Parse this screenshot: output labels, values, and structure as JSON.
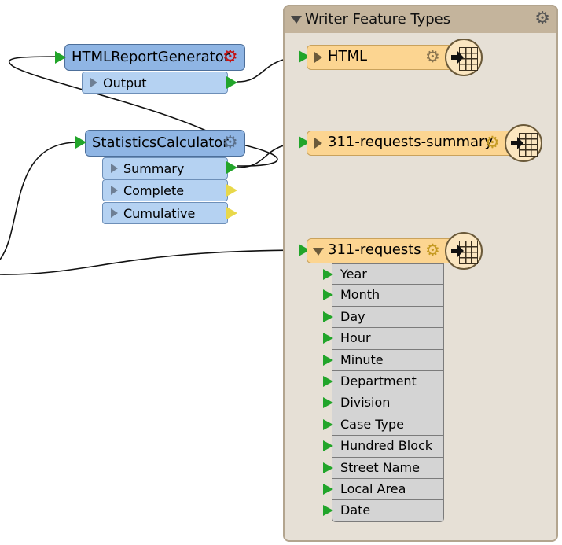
{
  "panel": {
    "title": "Writer Feature Types",
    "icon": "gear-icon"
  },
  "transformers": {
    "html_report": {
      "label": "HTMLReportGenerator",
      "icon": "gear-icon",
      "ports": [
        "Output"
      ]
    },
    "stats": {
      "label": "StatisticsCalculator",
      "icon": "gear-icon",
      "ports": [
        "Summary",
        "Complete",
        "Cumulative"
      ]
    }
  },
  "writers": {
    "html": {
      "label": "HTML",
      "icon": "table-writer-icon"
    },
    "summary": {
      "label": "311-requests-summary",
      "icon": "table-writer-icon"
    },
    "requests": {
      "label": "311-requests",
      "icon": "table-writer-icon",
      "attributes": [
        "Year",
        "Month",
        "Day",
        "Hour",
        "Minute",
        "Department",
        "Division",
        "Case Type",
        "Hundred Block",
        "Street Name",
        "Local Area",
        "Date"
      ]
    }
  },
  "colors": {
    "transformer": "#8fb5e4",
    "writer": "#fcd591",
    "panel": "#e6e0d6",
    "connected_port": "#22a52a",
    "unconnected_port": "#e8d84a"
  }
}
